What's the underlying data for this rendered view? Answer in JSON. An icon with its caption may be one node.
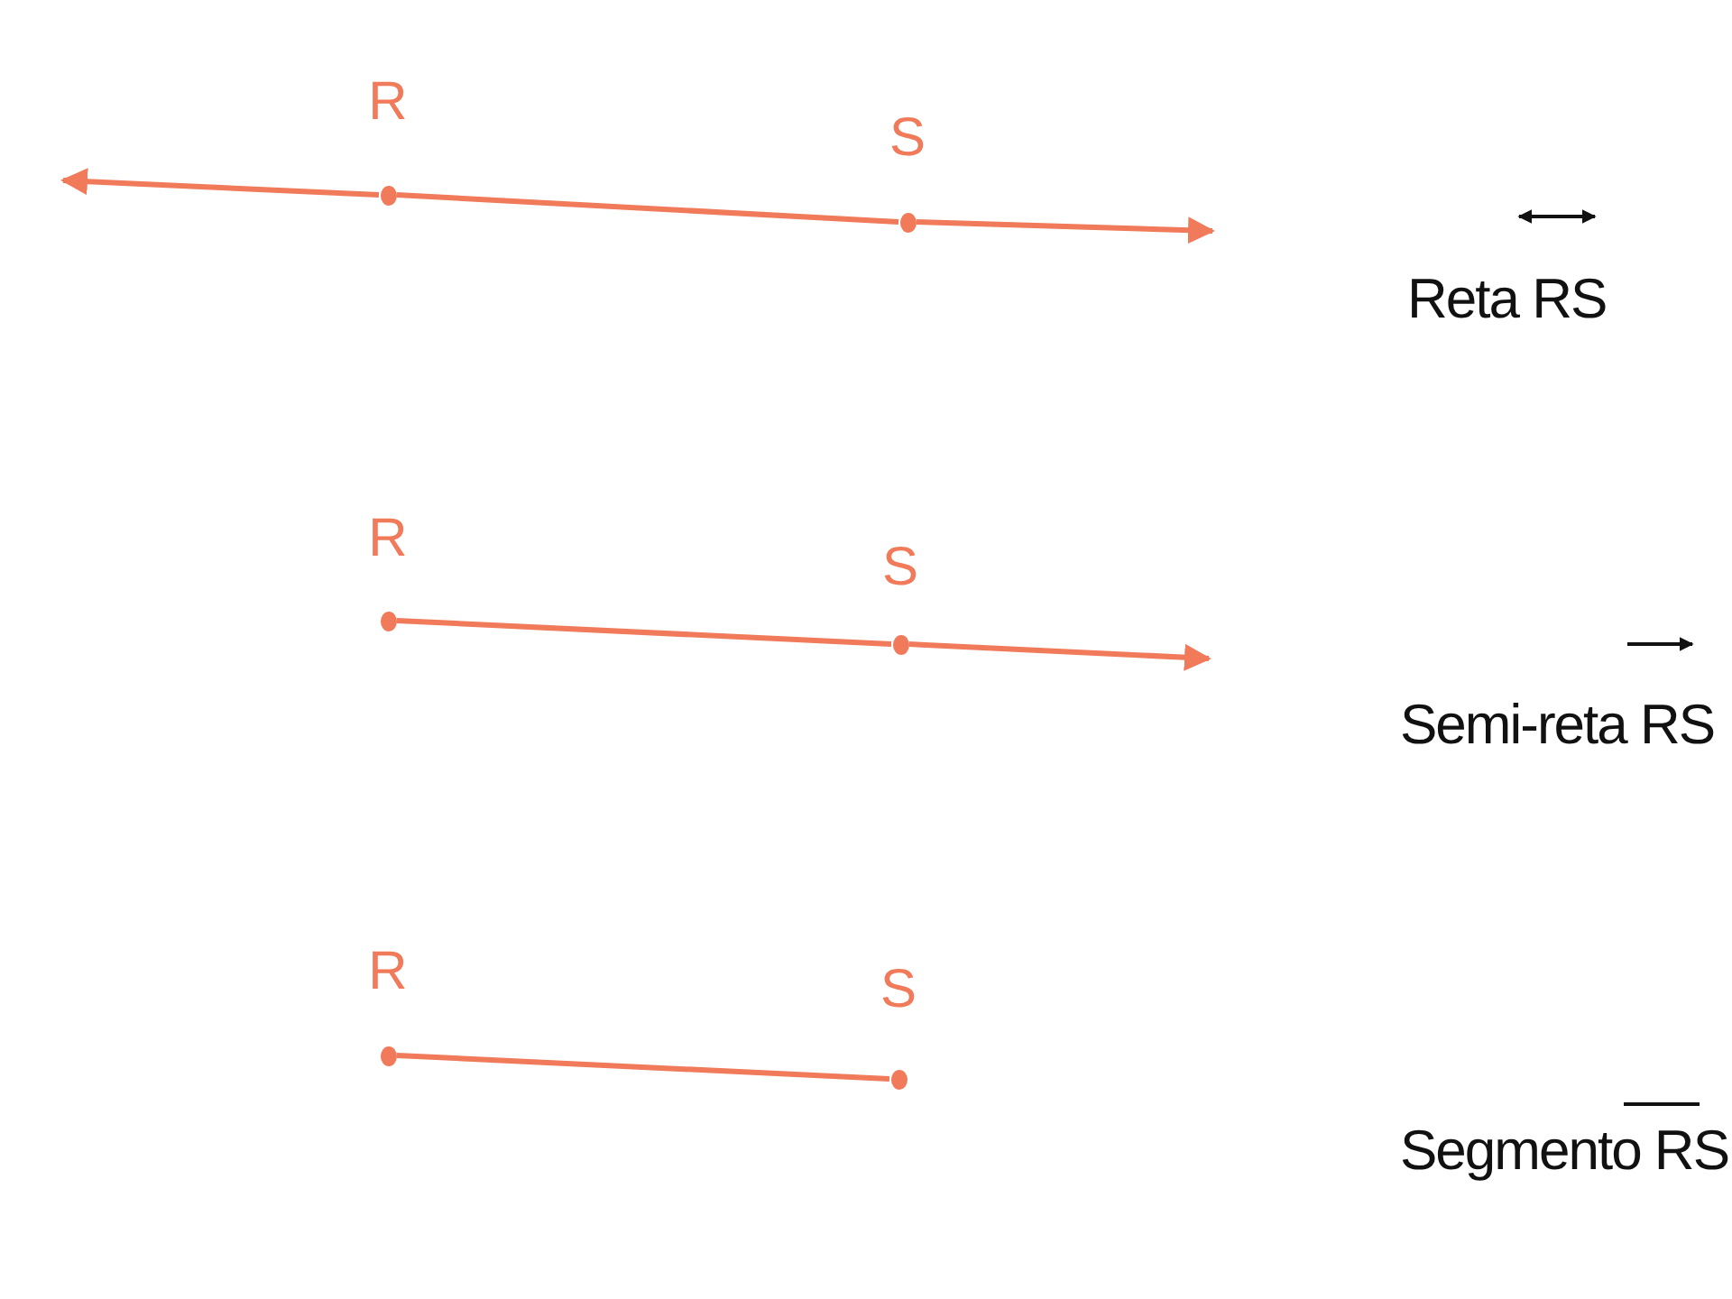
{
  "diagram": {
    "nodes": [
      {
        "text": [
          "R"
        ]
      },
      {
        "text": [
          "S"
        ]
      },
      {
        "text": [
          "R"
        ]
      },
      {
        "text": [
          "S"
        ]
      },
      {
        "text": [
          "R"
        ]
      },
      {
        "text": [
          "S"
        ]
      }
    ],
    "edges": [
      {
        "from": 0,
        "to": 1,
        "arrow": "none"
      },
      {
        "from": 0,
        "to": null,
        "arrow": "to"
      },
      {
        "from": 1,
        "to": null,
        "arrow": "to"
      },
      {
        "from": 2,
        "to": 3,
        "arrow": "none"
      },
      {
        "from": 3,
        "to": null,
        "arrow": "to"
      },
      {
        "from": 4,
        "to": 5,
        "arrow": "none"
      }
    ],
    "labels": [
      "Reta RS",
      "Semi-reta RS",
      "Segmento RS"
    ]
  }
}
